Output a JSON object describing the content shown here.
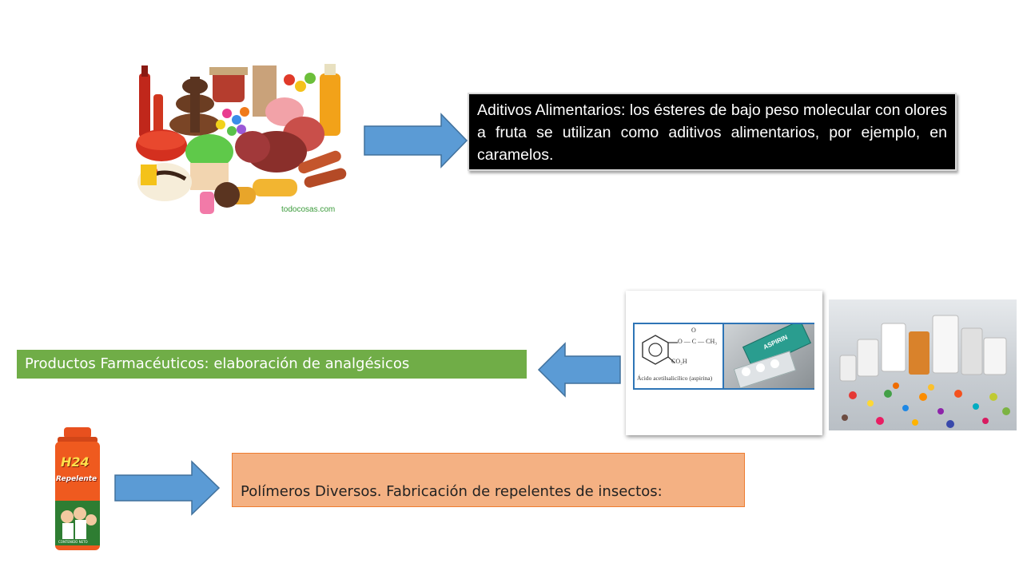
{
  "slide": {
    "food_text": "Aditivos Alimentarios: los ésteres de bajo peso molecular con olores a fruta se utilizan como aditivos alimentarios, por ejemplo, en caramelos.",
    "food_watermark": "todocosas.com",
    "pharma_text": "Productos Farmacéuticos: elaboración de  analgésicos",
    "polymers_text": "Polímeros Diversos. Fabricación de repelentes de insectos:",
    "aspirin": {
      "formula_o_top": "O",
      "formula_chain": "O — C — CH₃",
      "formula_acid": "CO₂H",
      "caption": "Ácido acetilsalicílico (aspirina)",
      "box_label": "ASPIRIN"
    },
    "spray": {
      "brand": "H24",
      "product": "Repelente",
      "net": "CONTENIDO NETO"
    }
  },
  "colors": {
    "arrow_fill": "#5b9bd5",
    "arrow_stroke": "#41719c",
    "green_bar": "#70ad47",
    "salmon_bar": "#f4b183",
    "salmon_border": "#ed7d31",
    "text_box_bg": "#000000"
  }
}
